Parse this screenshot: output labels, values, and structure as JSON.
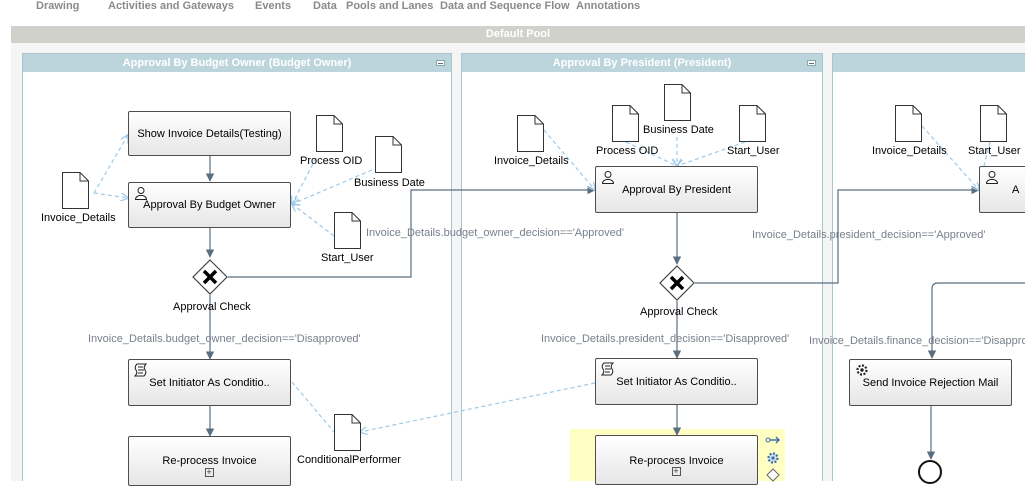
{
  "toolbar": {
    "drawing": "Drawing",
    "activities": "Activities and Gateways",
    "events": "Events",
    "data": "Data",
    "pools": "Pools and Lanes",
    "flow": "Data and Sequence Flow",
    "annotations": "Annotations"
  },
  "pool": {
    "title": "Default Pool"
  },
  "lanes": {
    "budget_owner": "Approval By Budget Owner (Budget Owner)",
    "president": "Approval By President (President)"
  },
  "tasks": {
    "show_invoice": "Show Invoice Details(Testing)",
    "approval_budget_owner": "Approval By Budget Owner",
    "set_initiator_1": "Set Initiator As Conditio..",
    "reprocess_1": "Re-process Invoice",
    "approval_president": "Approval By President",
    "set_initiator_2": "Set Initiator As Conditio..",
    "reprocess_2": "Re-process Invoice",
    "approval_partial": "A",
    "send_rejection": "Send Invoice Rejection Mail"
  },
  "gateways": {
    "approval_check_1": "Approval Check",
    "approval_check_2": "Approval Check"
  },
  "data_objects": {
    "invoice_details_1": "Invoice_Details",
    "process_oid_1": "Process OID",
    "business_date_1": "Business Date",
    "start_user_1": "Start_User",
    "conditional_performer": "ConditionalPerformer",
    "invoice_details_2": "Invoice_Details",
    "process_oid_2": "Process OID",
    "business_date_2": "Business Date",
    "start_user_2": "Start_User",
    "invoice_details_3": "Invoice_Details",
    "start_user_3": "Start_User"
  },
  "conditions": {
    "budget_approved": "Invoice_Details.budget_owner_decision=='Approved'",
    "budget_disapproved": "Invoice_Details.budget_owner_decision=='Disapproved'",
    "president_approved": "Invoice_Details.president_decision=='Approved'",
    "president_disapproved": "Invoice_Details.president_decision=='Disapproved'",
    "finance_disapproved": "Invoice_Details.finance_decision=='Disapproved'"
  },
  "icons": {
    "user_task": "user-icon",
    "script_task": "script-icon",
    "service_task": "gear-icon",
    "gateway": "x-icon",
    "subprocess": "plus-icon"
  },
  "colors": {
    "lane_header": "#bcd5dc",
    "pool_header": "#d1d1cb",
    "flow": "#5a6e80",
    "association": "#9ccaea",
    "highlight": "#ffffc4"
  }
}
